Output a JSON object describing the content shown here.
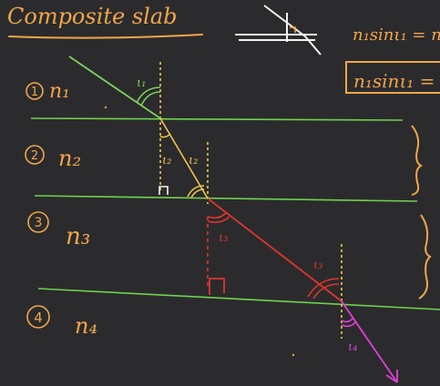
{
  "title": "Composite slab",
  "formula_top": "n₁sinι₁ = n",
  "formula_boxed": "n₁sinι₁ =",
  "layers": [
    {
      "number": "1",
      "label": "n₁"
    },
    {
      "number": "2",
      "label": "n₂"
    },
    {
      "number": "3",
      "label": "n₃"
    },
    {
      "number": "4",
      "label": "n₄"
    }
  ],
  "angles": {
    "i1": "ι₁",
    "i2_left": "ι₂",
    "i2_right": "ι₂",
    "i3_left": "ι₃",
    "i3_right": "ι₃",
    "i4": "ι₄"
  },
  "colors": {
    "background": "#2b2b2d",
    "ink_orange": "#f2a64a",
    "ray_green": "#7fd35a",
    "ray_red": "#e0362c",
    "ray_magenta": "#e040d8",
    "boundary_green": "#6fd14f",
    "normal_yellow": "#f2c74a",
    "normal_red": "#e0362c",
    "white": "#f2f2f2"
  }
}
